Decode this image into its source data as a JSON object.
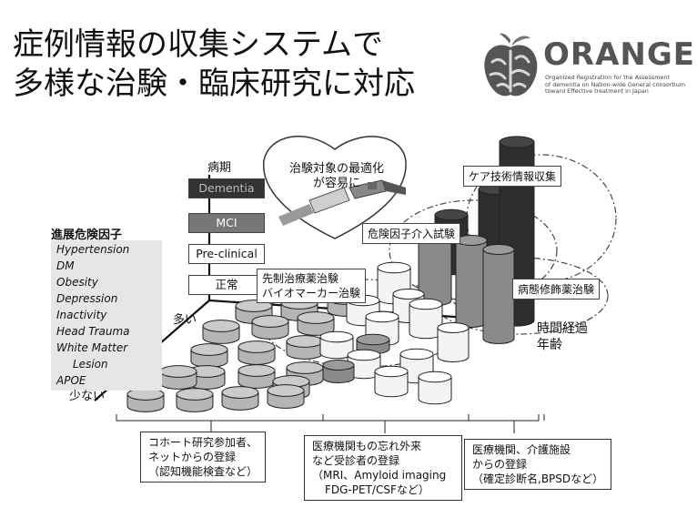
{
  "title": {
    "line1": "症例情報の収集システムで",
    "line2": "多様な治験・臨床研究に対応"
  },
  "logo": {
    "name": "ORANGE",
    "subtitle_lines": [
      "Organized Registration for the Assessment",
      "of dementia on Nation-wide General consortium",
      "toward Effective treatment in Japan"
    ]
  },
  "axes": {
    "stage_axis_title": "病期",
    "risk_more": "多い",
    "risk_less": "少ない",
    "time_axis_line1": "時間経過",
    "time_axis_line2": "年齢"
  },
  "stages": [
    {
      "label": "Dementia",
      "bg": "#333333",
      "fg": "#bbbbbb"
    },
    {
      "label": "MCI",
      "bg": "#777777",
      "fg": "#ffffff"
    },
    {
      "label": "Pre-clinical",
      "bg": "#ffffff",
      "fg": "#111111"
    },
    {
      "label": "正常",
      "bg": "#ffffff",
      "fg": "#111111"
    }
  ],
  "risk_factors": {
    "title": "進展危険因子",
    "items": [
      "Hypertension",
      "DM",
      "Obesity",
      "Depression",
      "Inactivity",
      "Head Trauma",
      "White Matter",
      "Lesion",
      "APOE"
    ]
  },
  "heart_text": {
    "line1": "治験対象の最適化",
    "line2": "が容易に"
  },
  "callouts": {
    "care": "ケア技術情報収集",
    "risk_trial": "危険因子介入試験",
    "preemptive_line1": "先制治療薬治験",
    "preemptive_line2": "バイオマーカー治験",
    "disease_modifying": "病態修飾薬治験"
  },
  "bottom_boxes": [
    {
      "lines": [
        "コホート研究参加者、",
        "ネットからの登録",
        "（認知機能検査など）"
      ]
    },
    {
      "lines": [
        "医療機関もの忘れ外来",
        "など受診者の登録",
        "（MRI、Amyloid imaging",
        "FDG-PET/CSFなど）"
      ]
    },
    {
      "lines": [
        "医療機関、介護施設",
        "からの登録",
        "（確定診断名,BPSDなど）"
      ]
    }
  ],
  "colors": {
    "dark_cylinder": "#2e2e2e",
    "mid_cylinder": "#8a8a8a",
    "light_cylinder": "#f4f4f4",
    "disk": "#b5b5b5"
  }
}
